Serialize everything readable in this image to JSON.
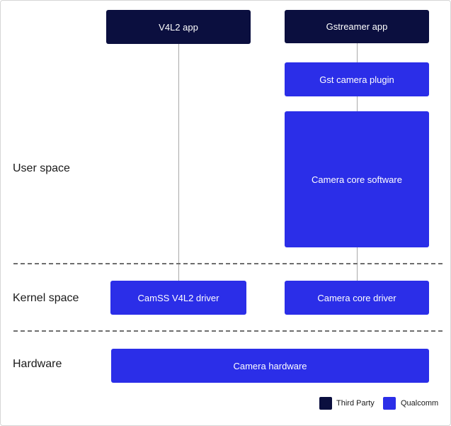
{
  "layers": {
    "user_space": "User space",
    "kernel_space": "Kernel space",
    "hardware": "Hardware"
  },
  "boxes": {
    "v4l2_app": "V4L2 app",
    "gstreamer_app": "Gstreamer app",
    "gst_camera_plugin": "Gst camera plugin",
    "camera_core_software": "Camera core software",
    "camss_v4l2_driver": "CamSS V4L2 driver",
    "camera_core_driver": "Camera core driver",
    "camera_hardware": "Camera hardware"
  },
  "legend": {
    "third_party": "Third Party",
    "qualcomm": "Qualcomm"
  },
  "colors": {
    "third_party": "#0b0f3f",
    "qualcomm": "#2b2ee8"
  }
}
